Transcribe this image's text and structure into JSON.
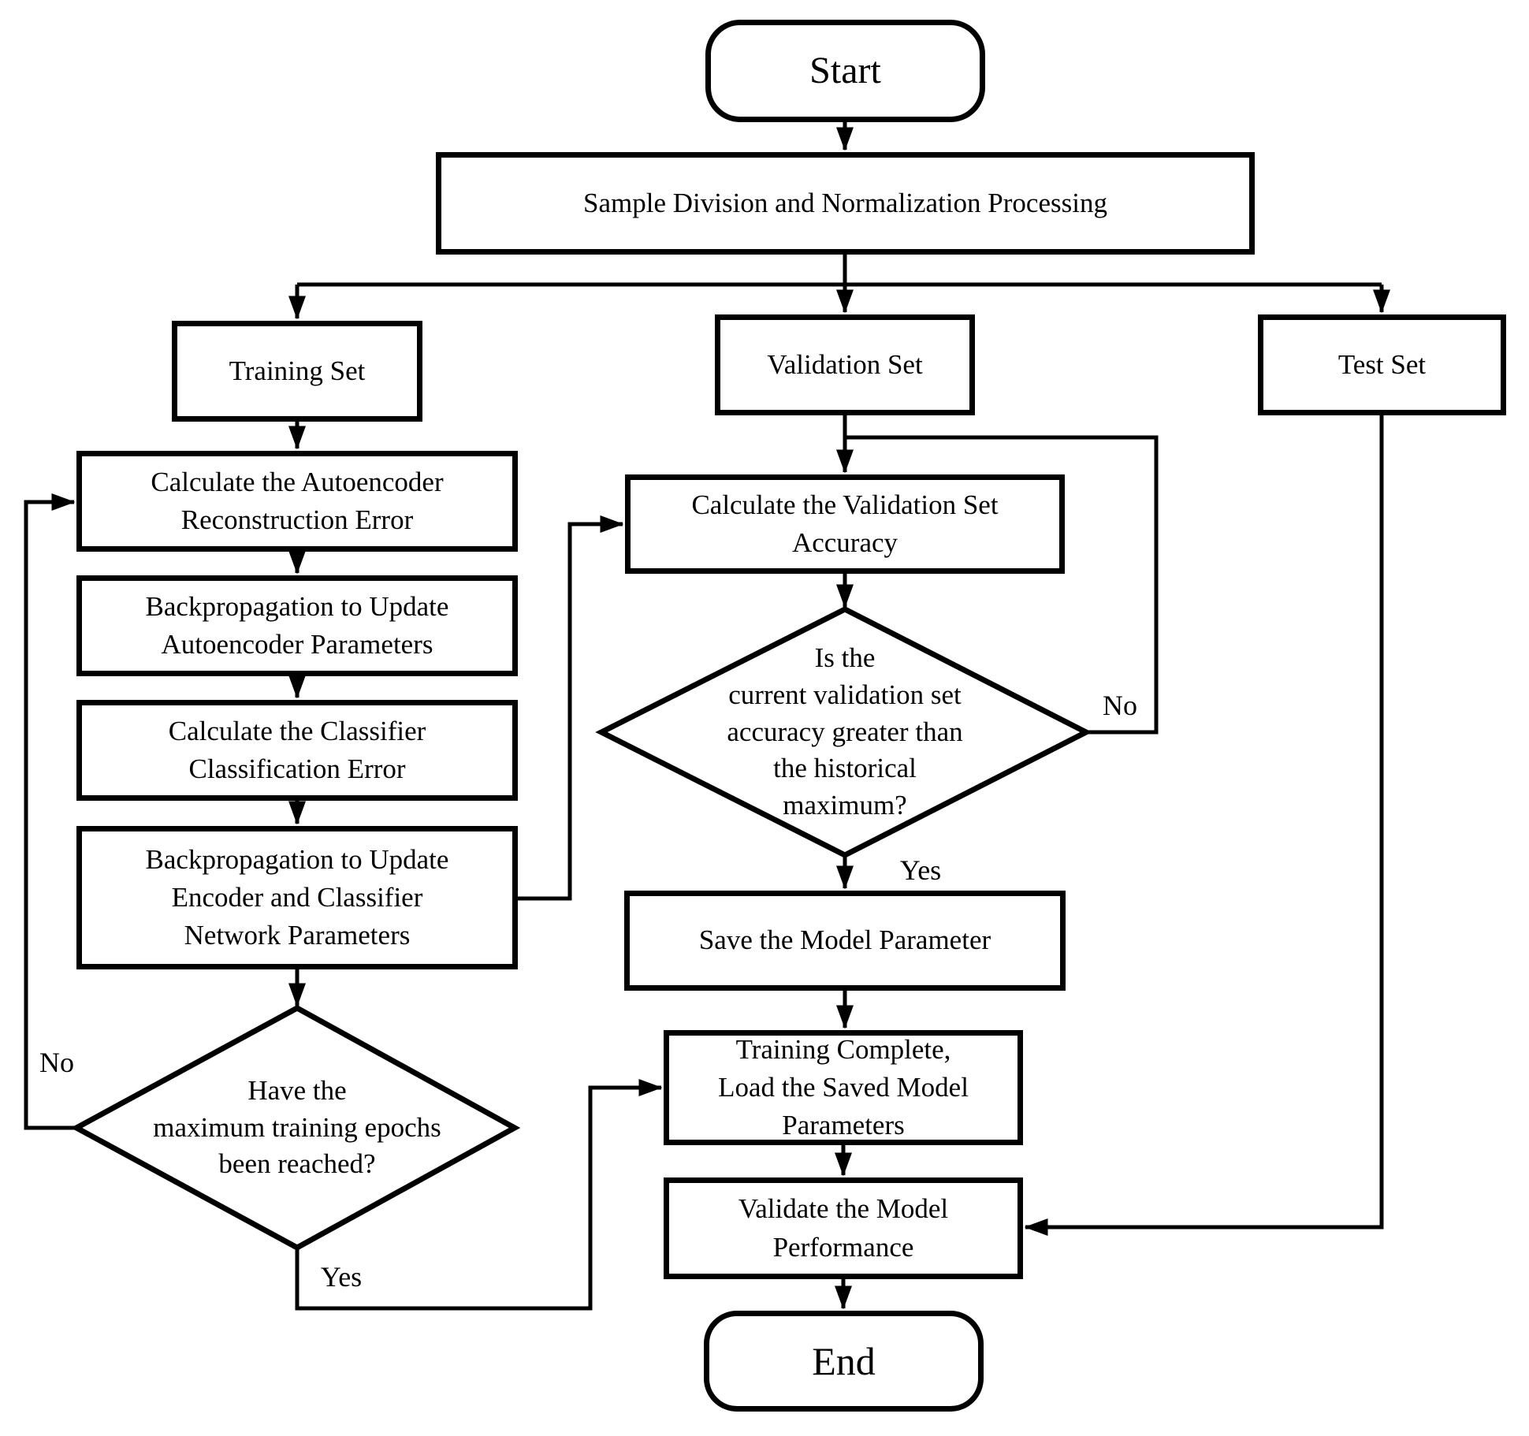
{
  "diagram": {
    "type": "flowchart",
    "background_color": "#ffffff",
    "line_color": "#000000",
    "text_color": "#000000"
  },
  "nodes": {
    "start": {
      "shape": "terminator",
      "label": "Start"
    },
    "sample": {
      "shape": "process",
      "label": "Sample Division and Normalization Processing"
    },
    "training_set": {
      "shape": "process",
      "label": "Training Set"
    },
    "validation_set": {
      "shape": "process",
      "label": "Validation Set"
    },
    "test_set": {
      "shape": "process",
      "label": "Test Set"
    },
    "calc_autoencoder_error": {
      "shape": "process",
      "label": "Calculate the Autoencoder\nReconstruction Error"
    },
    "backprop_autoencoder": {
      "shape": "process",
      "label": "Backpropagation to Update\nAutoencoder Parameters"
    },
    "calc_classifier_error": {
      "shape": "process",
      "label": "Calculate the Classifier\nClassification Error"
    },
    "backprop_encoder_classifier": {
      "shape": "process",
      "label": "Backpropagation to Update\nEncoder and Classifier\nNetwork Parameters"
    },
    "max_epochs_decision": {
      "shape": "decision",
      "label": "Have the\nmaximum training epochs\nbeen reached?"
    },
    "calc_validation_accuracy": {
      "shape": "process",
      "label": "Calculate the Validation Set\nAccuracy"
    },
    "accuracy_decision": {
      "shape": "decision",
      "label": "Is the\ncurrent validation set\naccuracy greater than\nthe historical\nmaximum?"
    },
    "save_model": {
      "shape": "process",
      "label": "Save the Model Parameter"
    },
    "training_complete": {
      "shape": "process",
      "label": "Training Complete,\nLoad the Saved Model\nParameters"
    },
    "validate_performance": {
      "shape": "process",
      "label": "Validate the Model\nPerformance"
    },
    "end": {
      "shape": "terminator",
      "label": "End"
    }
  },
  "edge_labels": {
    "max_epochs_no": "No",
    "max_epochs_yes": "Yes",
    "accuracy_no": "No",
    "accuracy_yes": "Yes"
  }
}
